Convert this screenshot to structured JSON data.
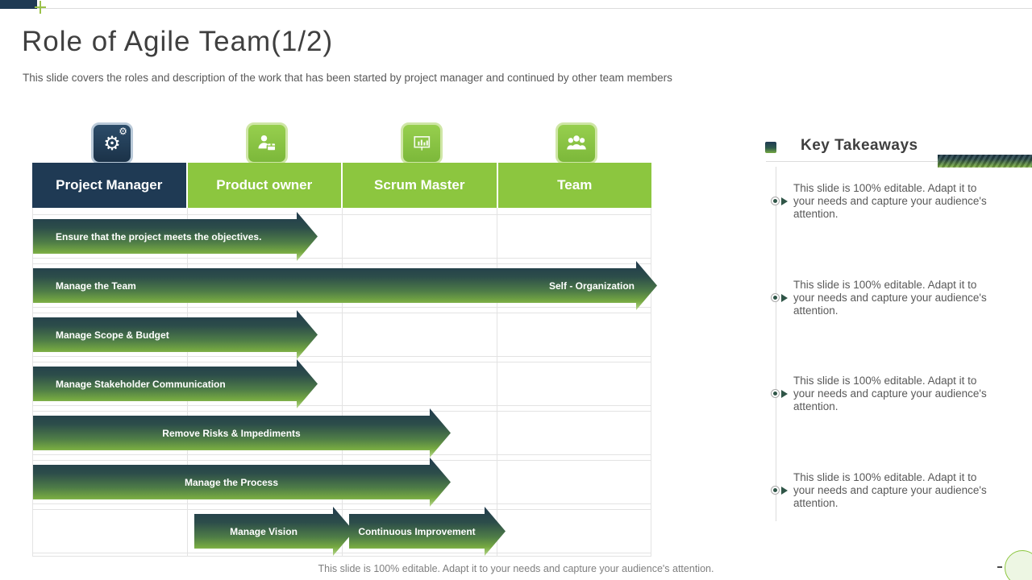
{
  "slide": {
    "title": "Role of Agile Team(1/2)",
    "subtitle": "This slide covers the roles and description of the work that has been started by project manager and continued by other team members",
    "footer": "This slide is 100% editable. Adapt it to your needs and capture your audience's attention."
  },
  "matrix": {
    "columns": [
      {
        "label": "Project Manager",
        "icon": "gears-icon",
        "theme": "navy"
      },
      {
        "label": "Product owner",
        "icon": "product-owner-icon",
        "theme": "green"
      },
      {
        "label": "Scrum Master",
        "icon": "presentation-chart-icon",
        "theme": "green"
      },
      {
        "label": "Team",
        "icon": "team-icon",
        "theme": "green"
      }
    ],
    "responsibilities": [
      {
        "owner": "Project Manager",
        "label": "Ensure that the project meets the objectives."
      },
      {
        "owner": "Project Manager",
        "label": "Manage the Team",
        "label2": "Self - Organization",
        "spans_to": "Team"
      },
      {
        "owner": "Project Manager",
        "label": "Manage Scope & Budget"
      },
      {
        "owner": "Project Manager",
        "label": "Manage Stakeholder Communication"
      },
      {
        "owner": "Project Manager",
        "label": "Remove Risks & Impediments",
        "spans_to": "Scrum Master"
      },
      {
        "owner": "Project Manager",
        "label": "Manage the Process",
        "spans_to": "Scrum Master"
      },
      {
        "owner": "Product owner",
        "label": "Manage Vision"
      },
      {
        "owner": "Scrum Master",
        "label": "Continuous Improvement"
      }
    ]
  },
  "key_takeaways": {
    "title": "Key Takeaways",
    "items": [
      {
        "text": "This slide is 100% editable. Adapt it to your needs and capture your audience's attention."
      },
      {
        "text": "This slide is 100% editable. Adapt it to your needs and capture your audience's attention."
      },
      {
        "text": "This slide is 100% editable. Adapt it to your needs and capture your audience's attention."
      },
      {
        "text": "This slide is 100% editable. Adapt it to your needs and capture your audience's attention."
      }
    ]
  },
  "colors": {
    "navy": "#1f3a54",
    "green": "#8cc63f",
    "arrow_gradient_top": "#203a4c",
    "arrow_gradient_bottom": "#76a942",
    "grid_line": "#e3e3e3",
    "body_text": "#595959"
  }
}
